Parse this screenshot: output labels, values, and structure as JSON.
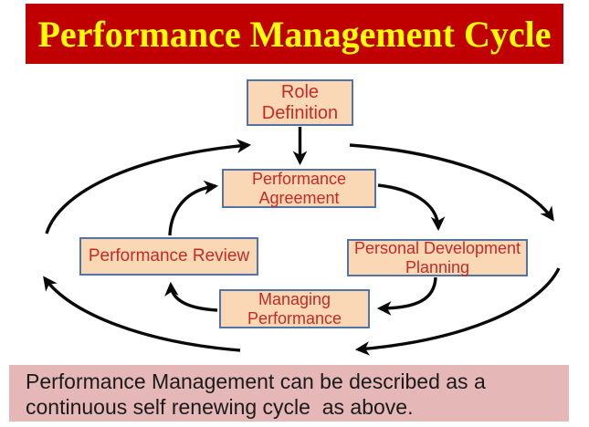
{
  "title": {
    "text": "Performance Management Cycle"
  },
  "diagram": {
    "nodes": [
      {
        "id": "role-definition",
        "label": "Role\nDefinition"
      },
      {
        "id": "performance-agreement",
        "label": "Performance\nAgreement"
      },
      {
        "id": "performance-review",
        "label": "Performance Review"
      },
      {
        "id": "personal-development-planning",
        "label": "Personal Development\nPlanning"
      },
      {
        "id": "managing-performance",
        "label": "Managing\nPerformance"
      }
    ],
    "edges": [
      {
        "from": "role-definition",
        "to": "performance-agreement"
      },
      {
        "from": "performance-agreement",
        "to": "personal-development-planning"
      },
      {
        "from": "personal-development-planning",
        "to": "managing-performance"
      },
      {
        "from": "managing-performance",
        "to": "performance-review"
      },
      {
        "from": "performance-review",
        "to": "performance-agreement"
      }
    ],
    "outer_cycle": "clockwise ellipse of four arrow arcs surrounding the boxes"
  },
  "caption": {
    "text": "Performance Management can be described as a\ncontinuous self renewing cycle  as above."
  },
  "colors": {
    "title_bg": "#C00000",
    "title_text": "#FFFF00",
    "node_fill": "#FAD7B5",
    "node_border": "#5273A3",
    "node_text": "#C52B24",
    "caption_bg": "#E5B8B7",
    "caption_text": "#1A1A1A",
    "arrow": "#0A0A0A"
  }
}
